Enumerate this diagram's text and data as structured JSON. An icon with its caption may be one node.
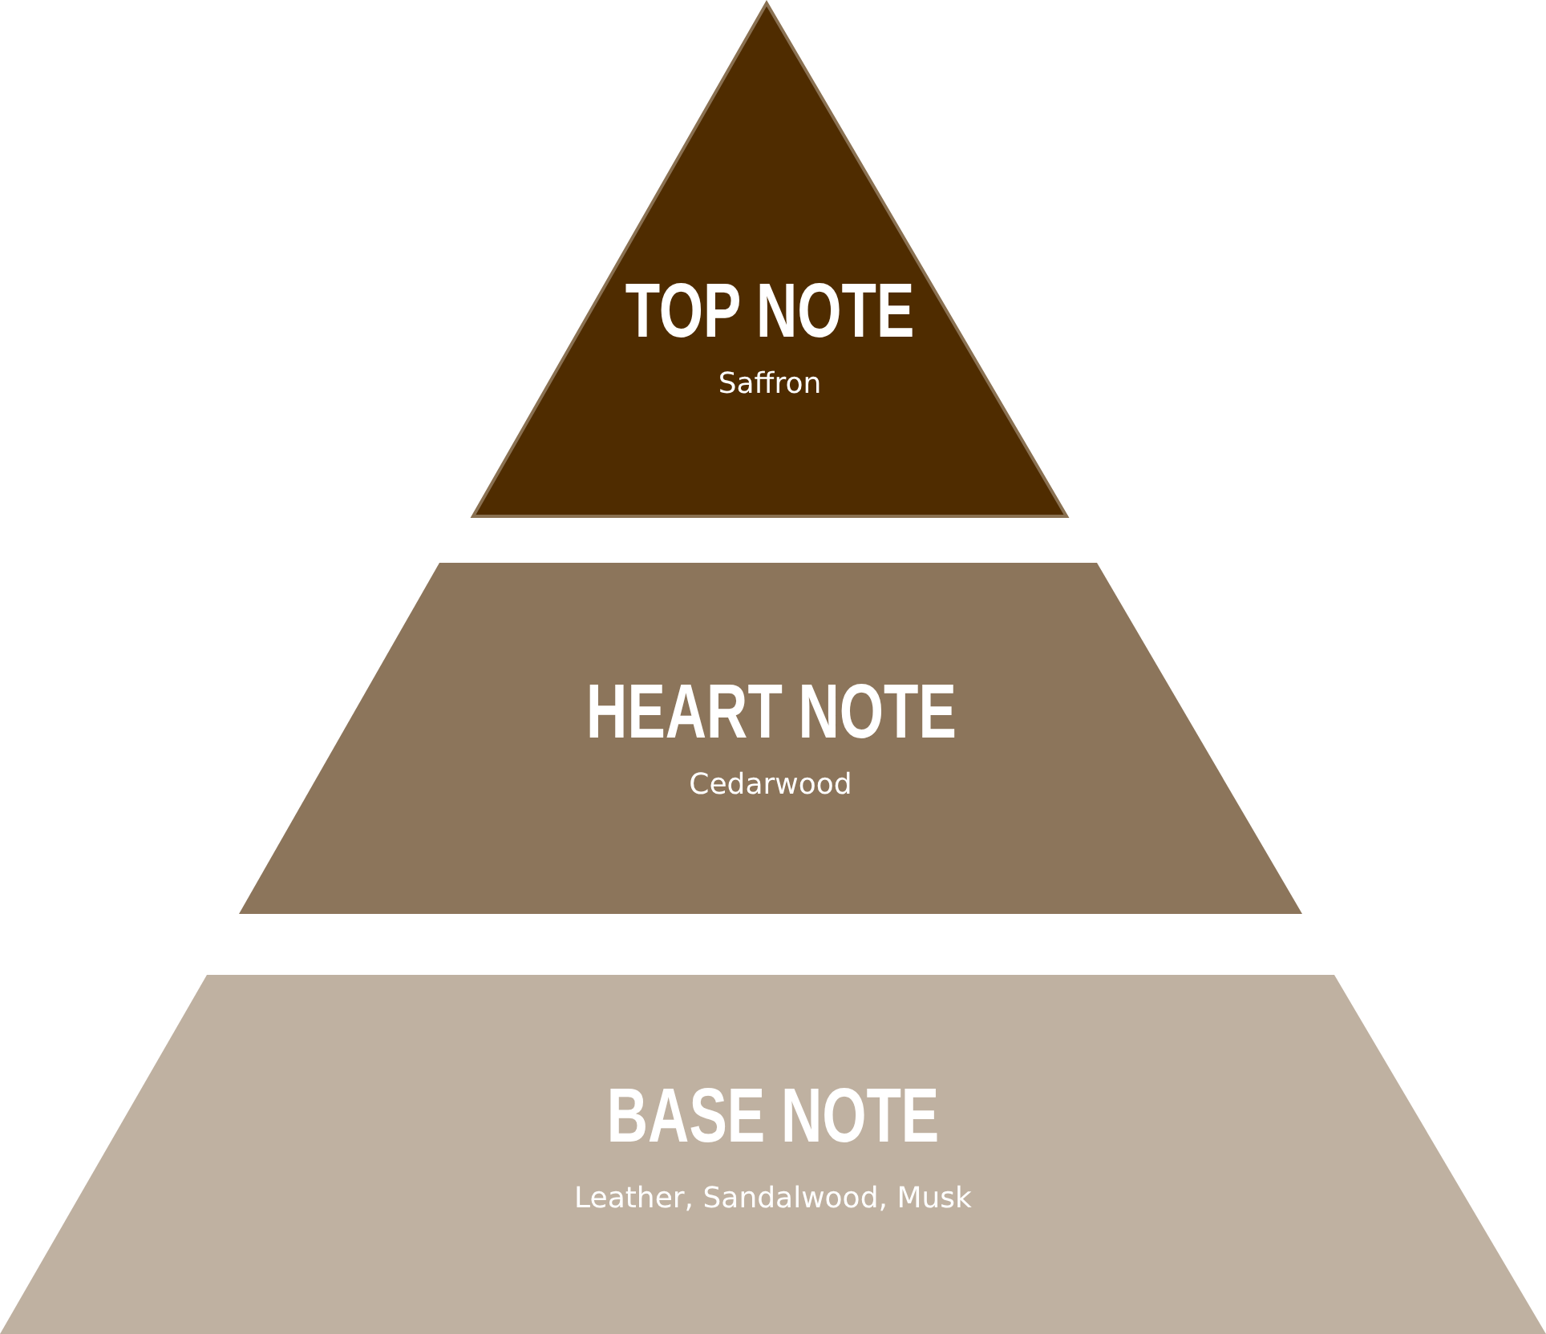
{
  "diagram": {
    "nodes": [
      {
        "text": [
          "TOP NOTE",
          "Saffron"
        ]
      },
      {
        "text": [
          "HEART NOTE",
          "Cedarwood"
        ]
      },
      {
        "text": [
          "BASE NOTE",
          "Leather, Sandalwood, Musk"
        ]
      }
    ]
  }
}
